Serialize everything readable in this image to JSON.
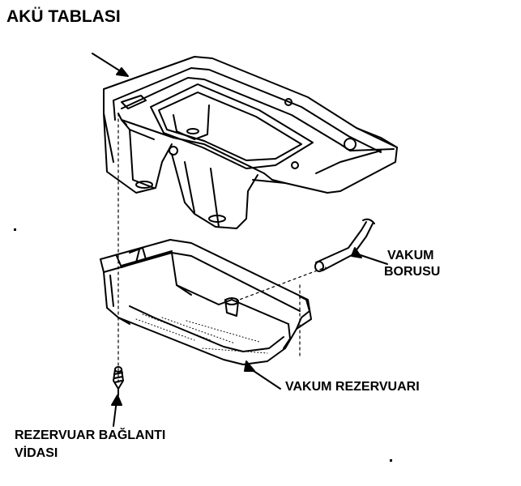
{
  "title": "AKÜ TABLASI",
  "labels": {
    "vacuum_tube_line1": "VAKUM",
    "vacuum_tube_line2": "BORUSU",
    "vacuum_reservoir": "VAKUM REZERVUARI",
    "reservoir_screw_line1": "REZERVUAR BAĞLANTI",
    "reservoir_screw_line2": "VİDASI"
  },
  "colors": {
    "line": "#000000",
    "background": "#ffffff"
  }
}
